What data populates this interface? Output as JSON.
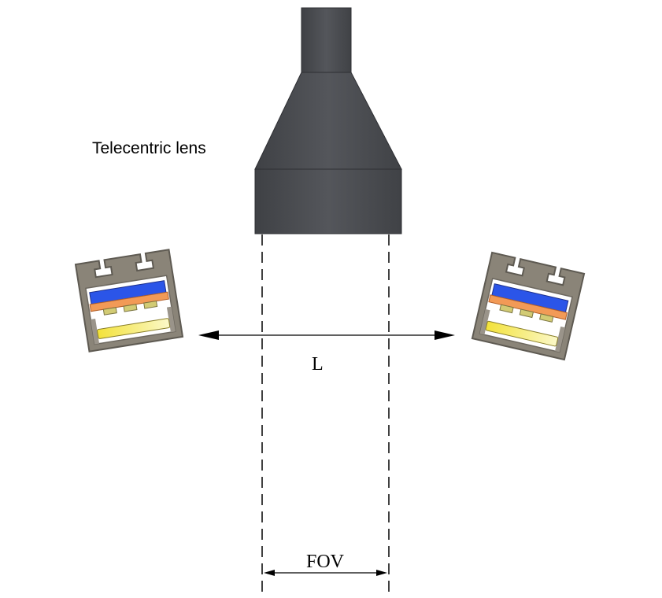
{
  "labels": {
    "lens": "Telecentric lens",
    "distance": "L",
    "fov": "FOV"
  },
  "icons": {
    "lens": "telecentric-lens-icon",
    "light_left": "led-bar-light-icon",
    "light_right": "led-bar-light-icon"
  },
  "colors": {
    "lens_body": "#4a4c50",
    "housing": "#8a8478",
    "blue_strip": "#2b55e8",
    "orange_strip": "#f29a56",
    "yellow_strip": "#f6ef6a",
    "lines": "#000000"
  }
}
